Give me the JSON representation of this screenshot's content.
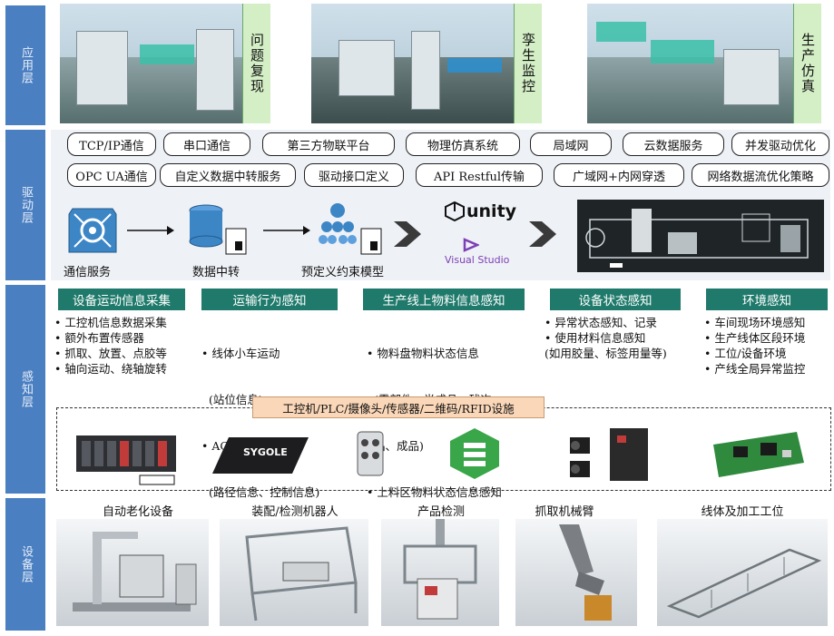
{
  "layers": {
    "application": "应用层",
    "driver": "驱动层",
    "perception": "感知层",
    "equipment": "设备层"
  },
  "application": {
    "panels": [
      {
        "label": "问题复现"
      },
      {
        "label": "孪生监控"
      },
      {
        "label": "生产仿真"
      }
    ]
  },
  "driver": {
    "row1": [
      "TCP/IP通信",
      "串口通信",
      "第三方物联平台",
      "物理仿真系统",
      "局域网",
      "云数据服务",
      "并发驱动优化"
    ],
    "row2": [
      "OPC UA通信",
      "自定义数据中转服务",
      "驱动接口定义",
      "API Restful传输",
      "广域网+内网穿透",
      "网络数据流优化策略"
    ],
    "flow": {
      "step1": "通信服务",
      "step2": "数据中转",
      "step3": "预定义约束模型",
      "engine1": "unity",
      "engine2": "Visual Studio"
    }
  },
  "perception": {
    "categories": [
      {
        "title": "设备运动信息采集",
        "items": [
          "• 工控机信息数据采集",
          "• 额外布置传感器",
          "• 抓取、放置、点胶等",
          "• 轴向运动、绕轴旋转"
        ]
      },
      {
        "title": "运输行为感知",
        "items": [
          "• 线体小车运动",
          "  (站位信息)",
          "• AGV小车运动",
          "  (路径信息、控制信息)"
        ]
      },
      {
        "title": "生产线上物料信息感知",
        "items": [
          "• 物料盘物料状态信息",
          "  (零部件、半成品、残次",
          "  品、成品)",
          "• 上料区物料状态信息感知"
        ]
      },
      {
        "title": "设备状态感知",
        "items": [
          "• 异常状态感知、记录",
          "• 使用材料信息感知",
          "(如用胶量、标签用量等)"
        ]
      },
      {
        "title": "环境感知",
        "items": [
          "• 车间现场环境感知",
          "• 生产线体区段环境",
          "• 工位/设备环境",
          "• 产线全局异常监控"
        ]
      }
    ],
    "devices_banner": "工控机/PLC/摄像头/传感器/二维码/RFID设施",
    "device_brand": "SYGOLE"
  },
  "equipment": {
    "items": [
      "自动老化设备",
      "装配/检测机器人",
      "产品检测",
      "抓取机械臂",
      "线体及加工工位"
    ]
  },
  "colors": {
    "layer_bar": "#4a7fc1",
    "category_head": "#1f7a6b",
    "banner": "#fad7b8",
    "label_green": "#d4efc6"
  }
}
